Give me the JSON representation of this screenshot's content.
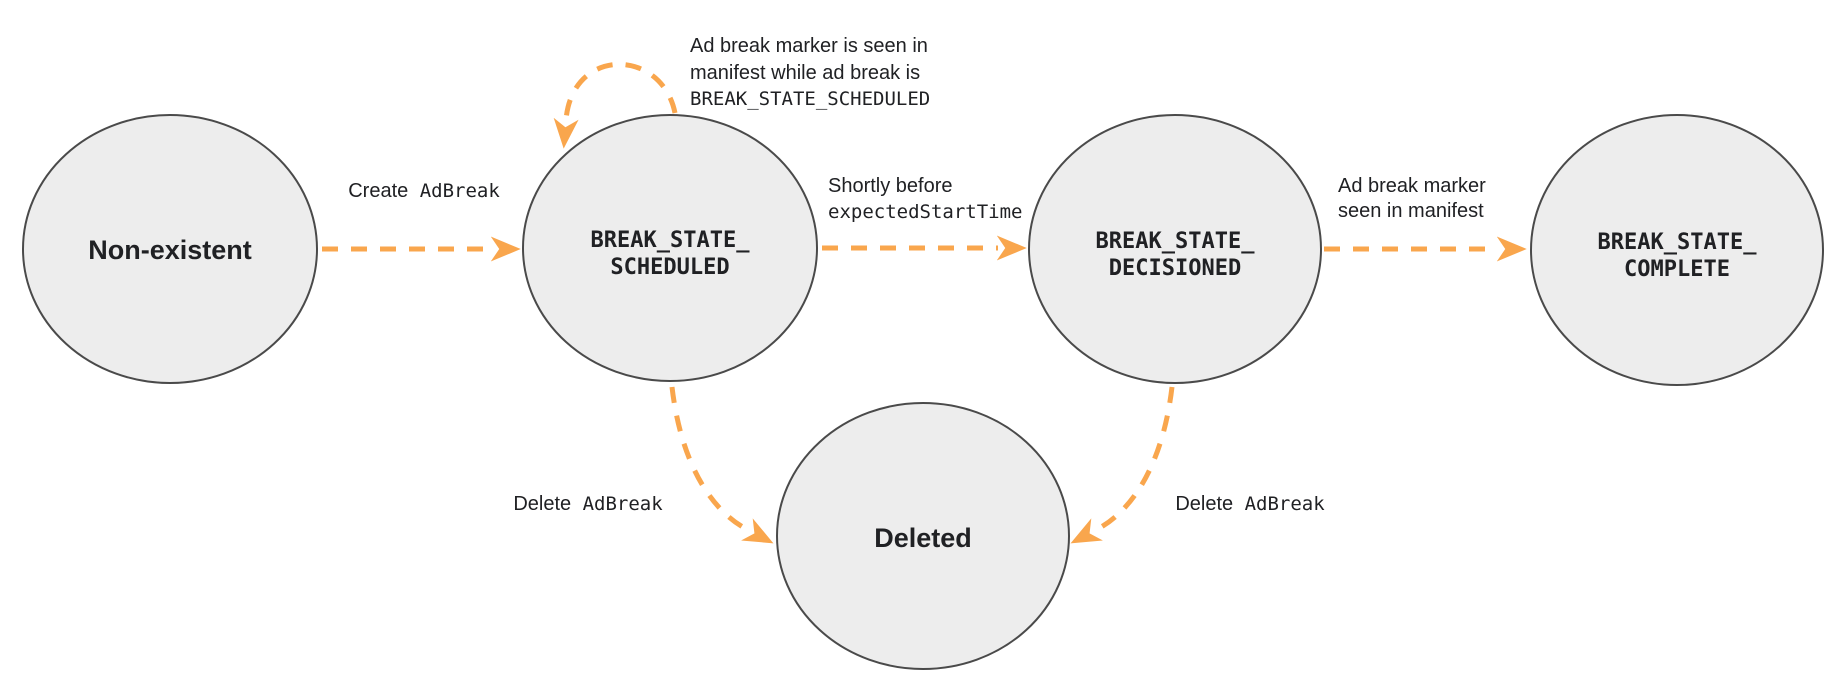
{
  "colors": {
    "arrow": "#F9A64D",
    "node_fill": "#EDEDED",
    "node_stroke": "#4A4A4A",
    "text": "#202124"
  },
  "nodes": {
    "non_existent": {
      "label": "Non-existent"
    },
    "scheduled": {
      "line1": "BREAK_STATE_",
      "line2": "SCHEDULED"
    },
    "decisioned": {
      "line1": "BREAK_STATE_",
      "line2": "DECISIONED"
    },
    "complete": {
      "line1": "BREAK_STATE_",
      "line2": "COMPLETE"
    },
    "deleted": {
      "label": "Deleted"
    }
  },
  "edges": {
    "create": {
      "plain": "Create",
      "code": "AdBreak"
    },
    "self_loop": {
      "line1": "Ad break marker is seen in",
      "line2": "manifest while ad break is",
      "line3": "BREAK_STATE_SCHEDULED"
    },
    "to_decisioned": {
      "plain": "Shortly before",
      "code": "expectedStartTime"
    },
    "to_complete": {
      "line1": "Ad break marker",
      "line2": "seen in manifest"
    },
    "delete_from_scheduled": {
      "plain": "Delete",
      "code": "AdBreak"
    },
    "delete_from_decisioned": {
      "plain": "Delete",
      "code": "AdBreak"
    }
  }
}
